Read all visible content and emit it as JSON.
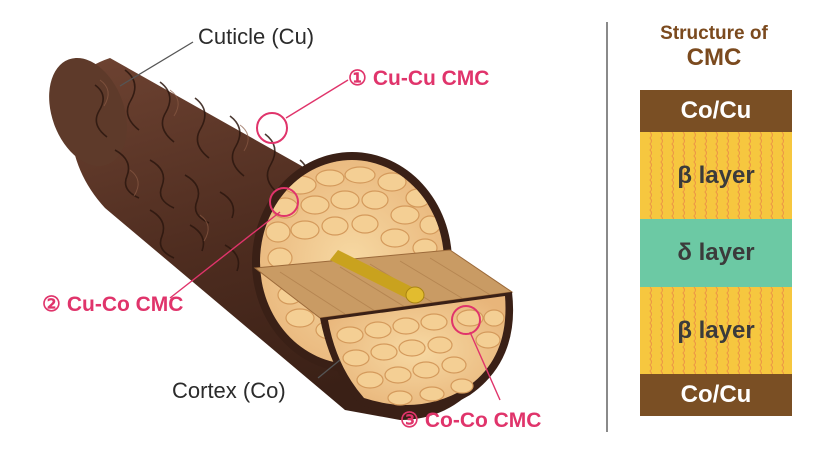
{
  "labels": {
    "cuticle": "Cuticle (Cu)",
    "cortex": "Cortex (Co)"
  },
  "cmc_labels": [
    {
      "num": "①",
      "text": "Cu-Cu CMC"
    },
    {
      "num": "②",
      "text": "Cu-Co CMC"
    },
    {
      "num": "③",
      "text": "Co-Co CMC"
    }
  ],
  "structure": {
    "title_line1": "Structure of",
    "title_line2": "CMC",
    "layers": [
      "Co/Cu",
      "β layer",
      "δ layer",
      "β layer",
      "Co/Cu"
    ]
  },
  "colors": {
    "accent": "#e0346b",
    "cuticle": "#5a3424",
    "cortex": "#f3c98a",
    "co_cu": "#7a4f24",
    "beta": "#f6c73f",
    "delta": "#6cc9a4",
    "title": "#7b4a1e"
  }
}
